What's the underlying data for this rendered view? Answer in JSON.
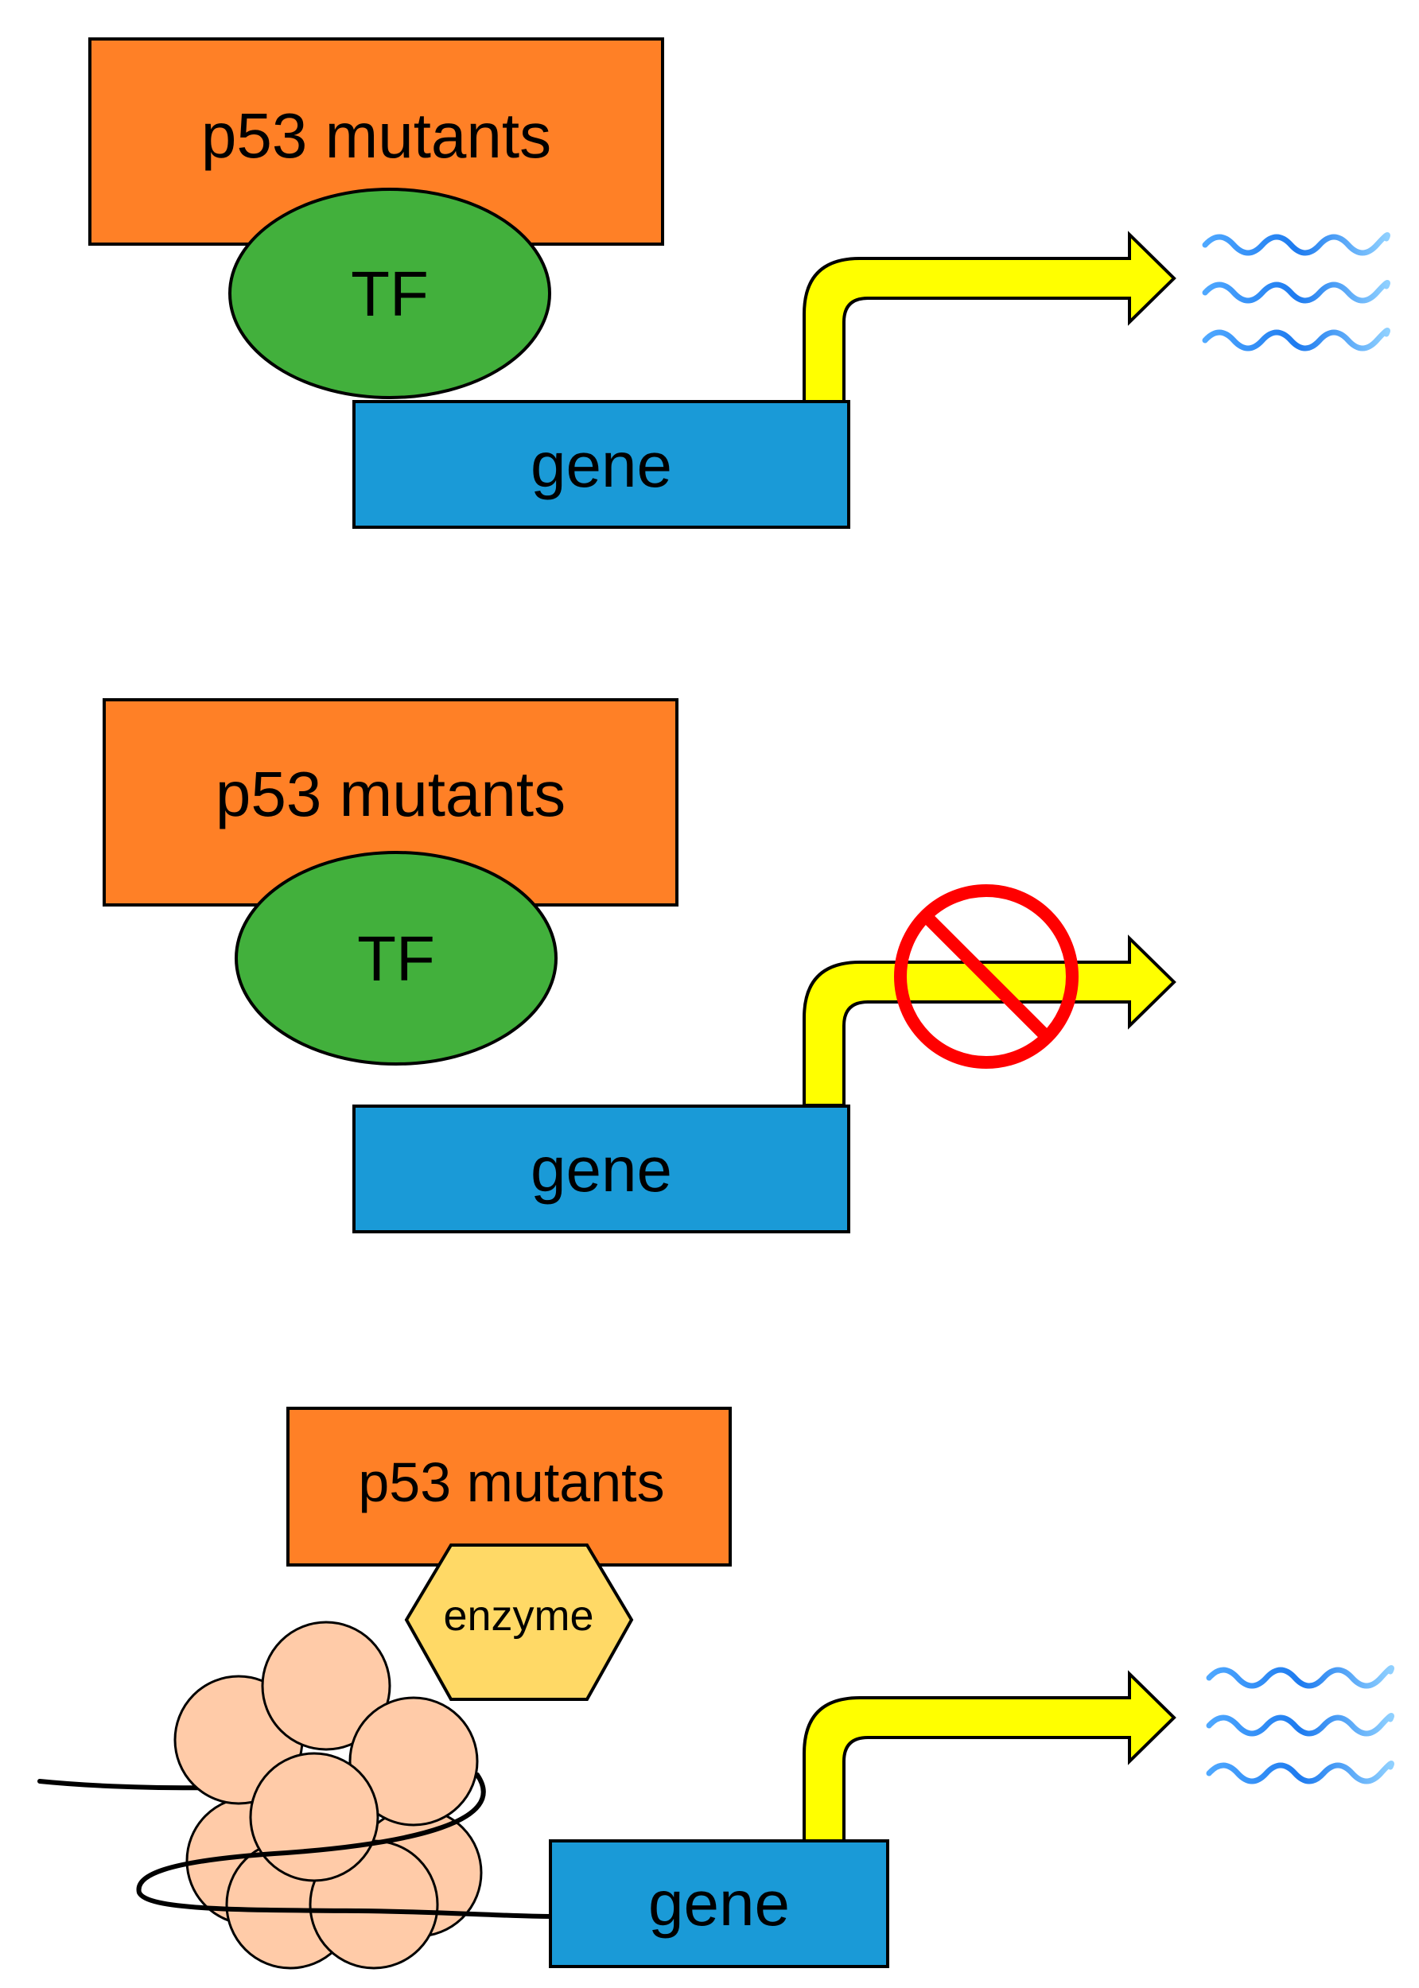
{
  "colors": {
    "p53_box": "#FF8026",
    "tf_ellipse": "#42B03C",
    "gene_box": "#1A9AD7",
    "arrow": "#FFFF00",
    "enzyme": "#FFD966",
    "nucleosome": "#FFCBA8",
    "inhibit_sign": "#FF0000",
    "transcript_wave": "#2E8BFF",
    "outline": "#000000"
  },
  "panels": [
    {
      "p53_label": "p53 mutants",
      "factor_label": "TF",
      "gene_label": "gene",
      "transcription": "active"
    },
    {
      "p53_label": "p53 mutants",
      "factor_label": "TF",
      "gene_label": "gene",
      "transcription": "blocked"
    },
    {
      "p53_label": "p53 mutants",
      "factor_label": "enzyme",
      "gene_label": "gene",
      "transcription": "active"
    }
  ],
  "icons": {
    "inhibit": "no-entry-icon",
    "transcript": "mrna-wave-icon",
    "nucleosome": "nucleosome-icon"
  }
}
